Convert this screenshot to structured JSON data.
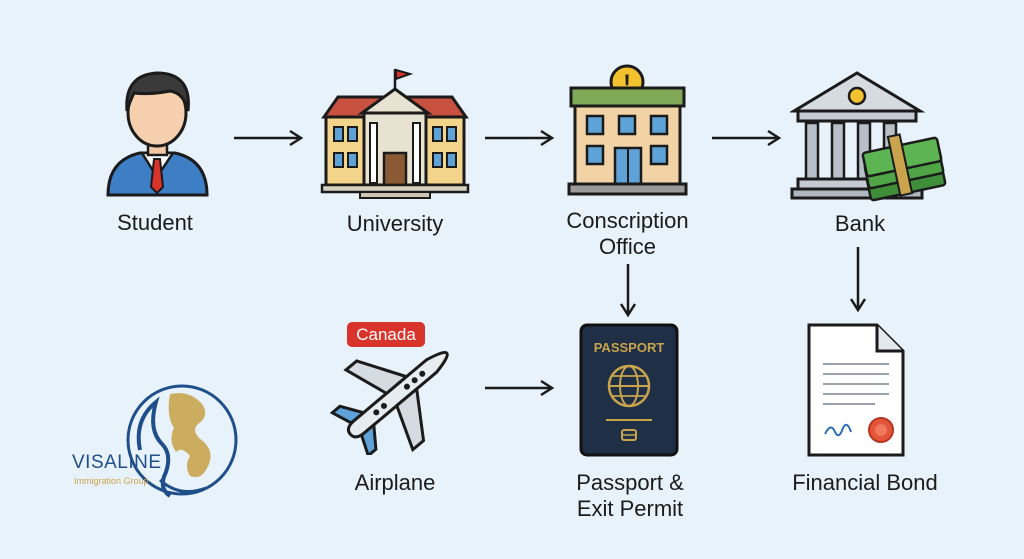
{
  "nodes": {
    "student": "Student",
    "university": "University",
    "conscription_line1": "Conscription",
    "conscription_line2": "Office",
    "bank": "Bank",
    "airplane": "Airplane",
    "passport_line1": "Passport &",
    "passport_line2": "Exit Permit",
    "financial_bond": "Financial Bond"
  },
  "icon_text": {
    "canada_badge": "Canada",
    "passport_cover": "PASSPORT",
    "alert": "!"
  },
  "logo": {
    "name": "VISALINE",
    "tagline": "Immigration Group"
  },
  "colors": {
    "background": "#e8f2fa",
    "badge_red": "#d9342b",
    "passport_navy": "#1f2f45",
    "gold": "#c9a44c",
    "bank_green": "#3f8f3a",
    "logo_blue": "#1f4f8a"
  }
}
